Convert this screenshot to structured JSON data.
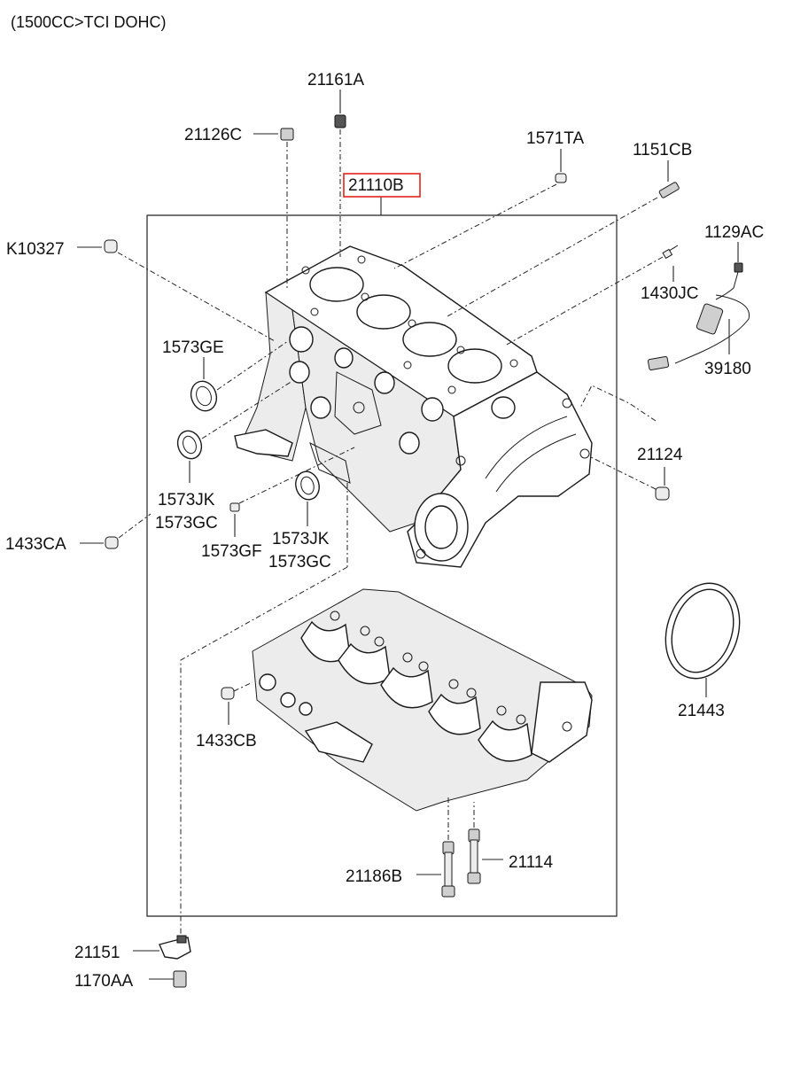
{
  "header": {
    "title": "(1500CC>TCI DOHC)"
  },
  "colors": {
    "highlight": "#e0241b",
    "line": "#222222"
  },
  "labels": {
    "p21161A": "21161A",
    "p21126C": "21126C",
    "p1571TA": "1571TA",
    "p1151CB": "1151CB",
    "p21110B": "21110B",
    "pK10327": "K10327",
    "p1129AC": "1129AC",
    "p1430JC": "1430JC",
    "p39180": "39180",
    "p1573GE": "1573GE",
    "p1573JK_a": "1573JK",
    "p1573GC_a": "1573GC",
    "p1573GF": "1573GF",
    "p1573JK_b": "1573JK",
    "p1573GC_b": "1573GC",
    "p1433CA": "1433CA",
    "p21124": "21124",
    "p21443": "21443",
    "p1433CB": "1433CB",
    "p21186B": "21186B",
    "p21114": "21114",
    "p21151": "21151",
    "p1170AA": "1170AA"
  }
}
